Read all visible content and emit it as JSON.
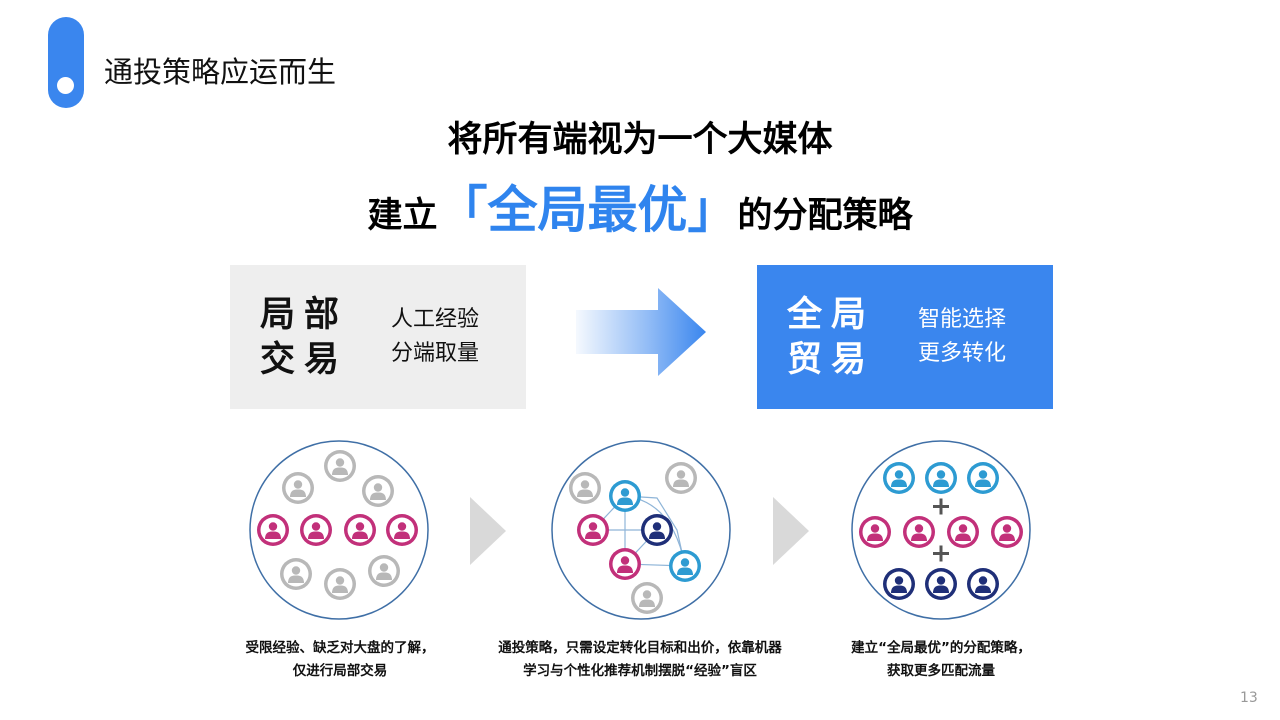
{
  "header": {
    "title": "通投策略应运而生"
  },
  "headline": {
    "line1": "将所有端视为一个大媒体",
    "line2_prefix": "建立",
    "line2_accent": "「全局最优」",
    "line2_suffix": "的分配策略"
  },
  "local_box": {
    "title_line1": "局部",
    "title_line2": "交易",
    "desc_line1": "人工经验",
    "desc_line2": "分端取量"
  },
  "global_box": {
    "title_line1": "全局",
    "title_line2": "贸易",
    "desc_line1": "智能选择",
    "desc_line2": "更多转化"
  },
  "captions": [
    {
      "line1": "受限经验、缺乏对大盘的了解，",
      "line2": "仅进行局部交易"
    },
    {
      "line1": "通投策略，只需设定转化目标和出价，依靠机器",
      "line2": "学习与个性化推荐机制摆脱“经验”盲区"
    },
    {
      "line1": "建立“全局最优”的分配策略，",
      "line2": "获取更多匹配流量"
    }
  ],
  "page_number": "13",
  "colors": {
    "accent_blue": "#3a86ee",
    "pink": "#c2307a",
    "gray": "#b8b8b8",
    "light_blue": "#2d9bd2",
    "navy": "#1f2f78"
  },
  "icons": [
    "user-icon",
    "plus-icon",
    "chevron-right-icon",
    "arrow-right-icon"
  ]
}
